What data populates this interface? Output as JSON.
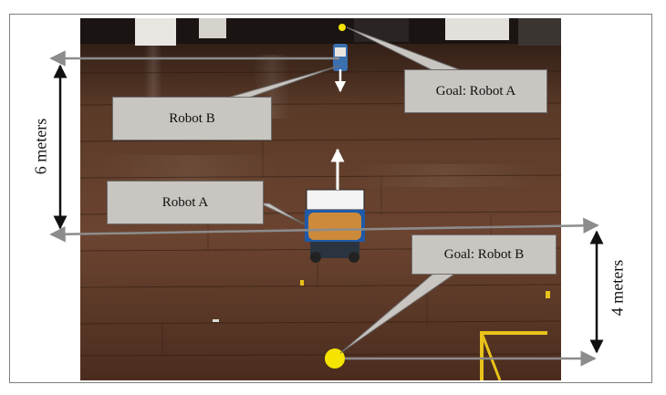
{
  "figure": {
    "labels": {
      "robot_a": "Robot A",
      "robot_b": "Robot B",
      "goal_a": "Goal: Robot A",
      "goal_b": "Goal: Robot B",
      "dist_left": "6 meters",
      "dist_right": "4 meters"
    },
    "colors": {
      "arrow_gray": "#8c8c8c",
      "callout_fill": "#c9c5c1",
      "goal_dot": "#f5e400",
      "floor_dark": "#3a2418",
      "floor_light": "#7a5238"
    }
  }
}
